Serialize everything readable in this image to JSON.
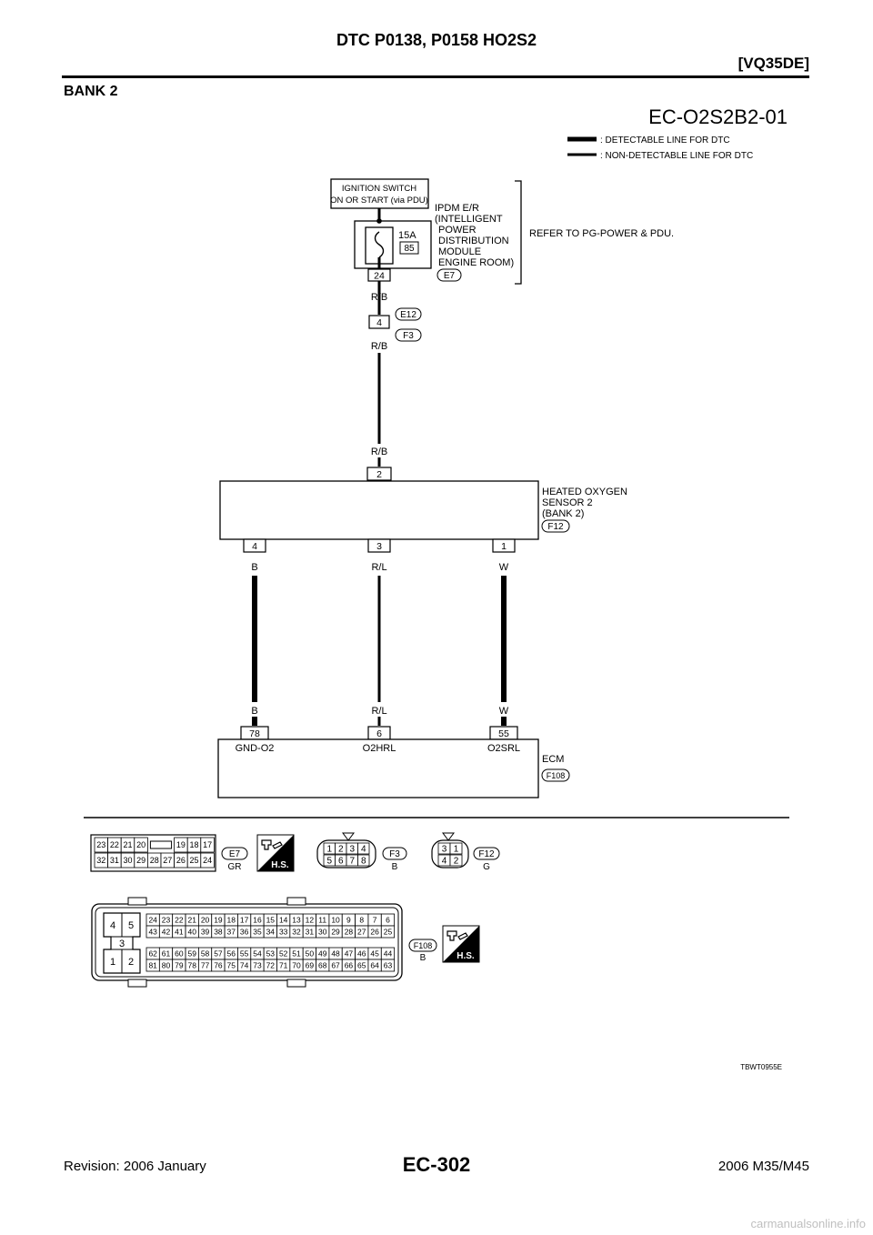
{
  "header": {
    "title": "DTC P0138, P0158 HO2S2",
    "engine": "[VQ35DE]"
  },
  "section_title": "BANK 2",
  "diagram": {
    "code": "EC-O2S2B2-01",
    "legend": [
      ": DETECTABLE LINE FOR DTC",
      ": NON-DETECTABLE LINE FOR DTC"
    ],
    "ignition": [
      "IGNITION SWITCH",
      "ON OR START (via PDU)"
    ],
    "ipdm": {
      "lines": [
        "IPDM E/R",
        "(INTELLIGENT",
        "POWER",
        "DISTRIBUTION",
        "MODULE",
        "ENGINE ROOM)"
      ],
      "fuse_rating": "15A",
      "fuse_number": "85",
      "terminal": "24",
      "connector": "E7"
    },
    "refer": "REFER TO PG-POWER & PDU.",
    "joint": {
      "terminal": "4",
      "connector_a": "E12",
      "connector_b": "F3"
    },
    "wire_rb": "R/B",
    "sensor": {
      "lines": [
        "HEATED OXYGEN",
        "SENSOR 2",
        "(BANK 2)"
      ],
      "connector": "F12",
      "top_terminal": "2",
      "terminals": [
        "4",
        "3",
        "1"
      ],
      "wire_colors": [
        "B",
        "R/L",
        "W"
      ]
    },
    "ecm": {
      "label": "ECM",
      "connector": "F108",
      "terminals": [
        "78",
        "6",
        "55"
      ],
      "signals": [
        "GND-O2",
        "O2HRL",
        "O2SRL"
      ]
    }
  },
  "connectors": {
    "e7": {
      "id": "E7",
      "color": "GR",
      "row1": [
        "23",
        "22",
        "21",
        "20",
        "",
        "19",
        "18",
        "17"
      ],
      "row2": [
        "32",
        "31",
        "30",
        "29",
        "28",
        "27",
        "26",
        "25",
        "24"
      ]
    },
    "f3": {
      "id": "F3",
      "color": "B",
      "row1": [
        "1",
        "2",
        "3",
        "4"
      ],
      "row2": [
        "5",
        "6",
        "7",
        "8"
      ]
    },
    "f12": {
      "id": "F12",
      "color": "G",
      "row1": [
        "3",
        "1"
      ],
      "row2": [
        "4",
        "2"
      ]
    },
    "f108": {
      "id": "F108",
      "color": "B",
      "left": [
        "4",
        "5",
        "3",
        "1",
        "2"
      ],
      "row1": [
        "24",
        "23",
        "22",
        "21",
        "20",
        "19",
        "18",
        "17",
        "16",
        "15",
        "14",
        "13",
        "12",
        "11",
        "10",
        "9",
        "8",
        "7",
        "6"
      ],
      "row2": [
        "43",
        "42",
        "41",
        "40",
        "39",
        "38",
        "37",
        "36",
        "35",
        "34",
        "33",
        "32",
        "31",
        "30",
        "29",
        "28",
        "27",
        "26",
        "25"
      ],
      "row3": [
        "62",
        "61",
        "60",
        "59",
        "58",
        "57",
        "56",
        "55",
        "54",
        "53",
        "52",
        "51",
        "50",
        "49",
        "48",
        "47",
        "46",
        "45",
        "44"
      ],
      "row4": [
        "81",
        "80",
        "79",
        "78",
        "77",
        "76",
        "75",
        "74",
        "73",
        "72",
        "71",
        "70",
        "69",
        "68",
        "67",
        "66",
        "65",
        "64",
        "63"
      ]
    },
    "hs_label": "H.S."
  },
  "figure_id": "TBWT0955E",
  "footer": {
    "revision": "Revision: 2006 January",
    "page": "EC-302",
    "model": "2006 M35/M45"
  },
  "watermark": "carmanualsonline.info"
}
